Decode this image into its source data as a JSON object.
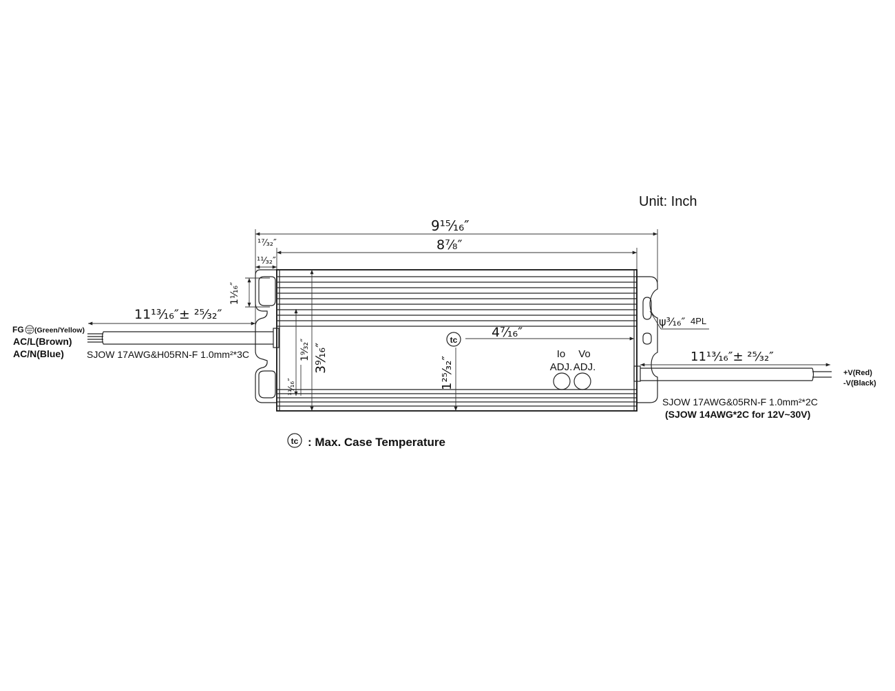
{
  "unit_label": "Unit: Inch",
  "dimensions": {
    "overall_length": "9¹⁵⁄₁₆″",
    "body_length": "8⁷⁄₈″",
    "flange_outer": "¹⁷⁄₃₂″",
    "flange_inner": "¹¹⁄₃₂″",
    "hole_spacing": "1¹⁄₁₆″",
    "height_overall": "3⁹⁄₁₆″",
    "height_inner": "1⁹⁄₃₂″",
    "height_small": "¹¹⁄₁₆″",
    "tc_offset_vertical": "1²⁵⁄₃₂″",
    "tc_offset_horizontal": "4⁷⁄₁₆″",
    "input_cable_length": "11¹³⁄₁₆″± ²⁵⁄₃₂″",
    "output_cable_length": "11¹³⁄₁₆″± ²⁵⁄₃₂″",
    "mount_hole": "ψ³⁄₁₆″",
    "mount_hole_suffix": "4PL"
  },
  "input_wires": {
    "fg_prefix": "FG",
    "fg_color": "(Green/Yellow)",
    "acl": "AC/L(Brown)",
    "acn": "AC/N(Blue)",
    "cable_spec": "SJOW 17AWG&H05RN-F 1.0mm²*3C"
  },
  "output_wires": {
    "pos": "+V(Red)",
    "neg": "-V(Black)",
    "cable_spec": "SJOW 17AWG&05RN-F 1.0mm²*2C",
    "cable_spec_alt": "(SJOW 14AWG*2C for 12V~30V)"
  },
  "adjusters": {
    "io_top": "Io",
    "io_bottom": "ADJ.",
    "vo_top": "Vo",
    "vo_bottom": "ADJ."
  },
  "tc_symbol": "tc",
  "tc_legend": ": Max. Case Temperature"
}
